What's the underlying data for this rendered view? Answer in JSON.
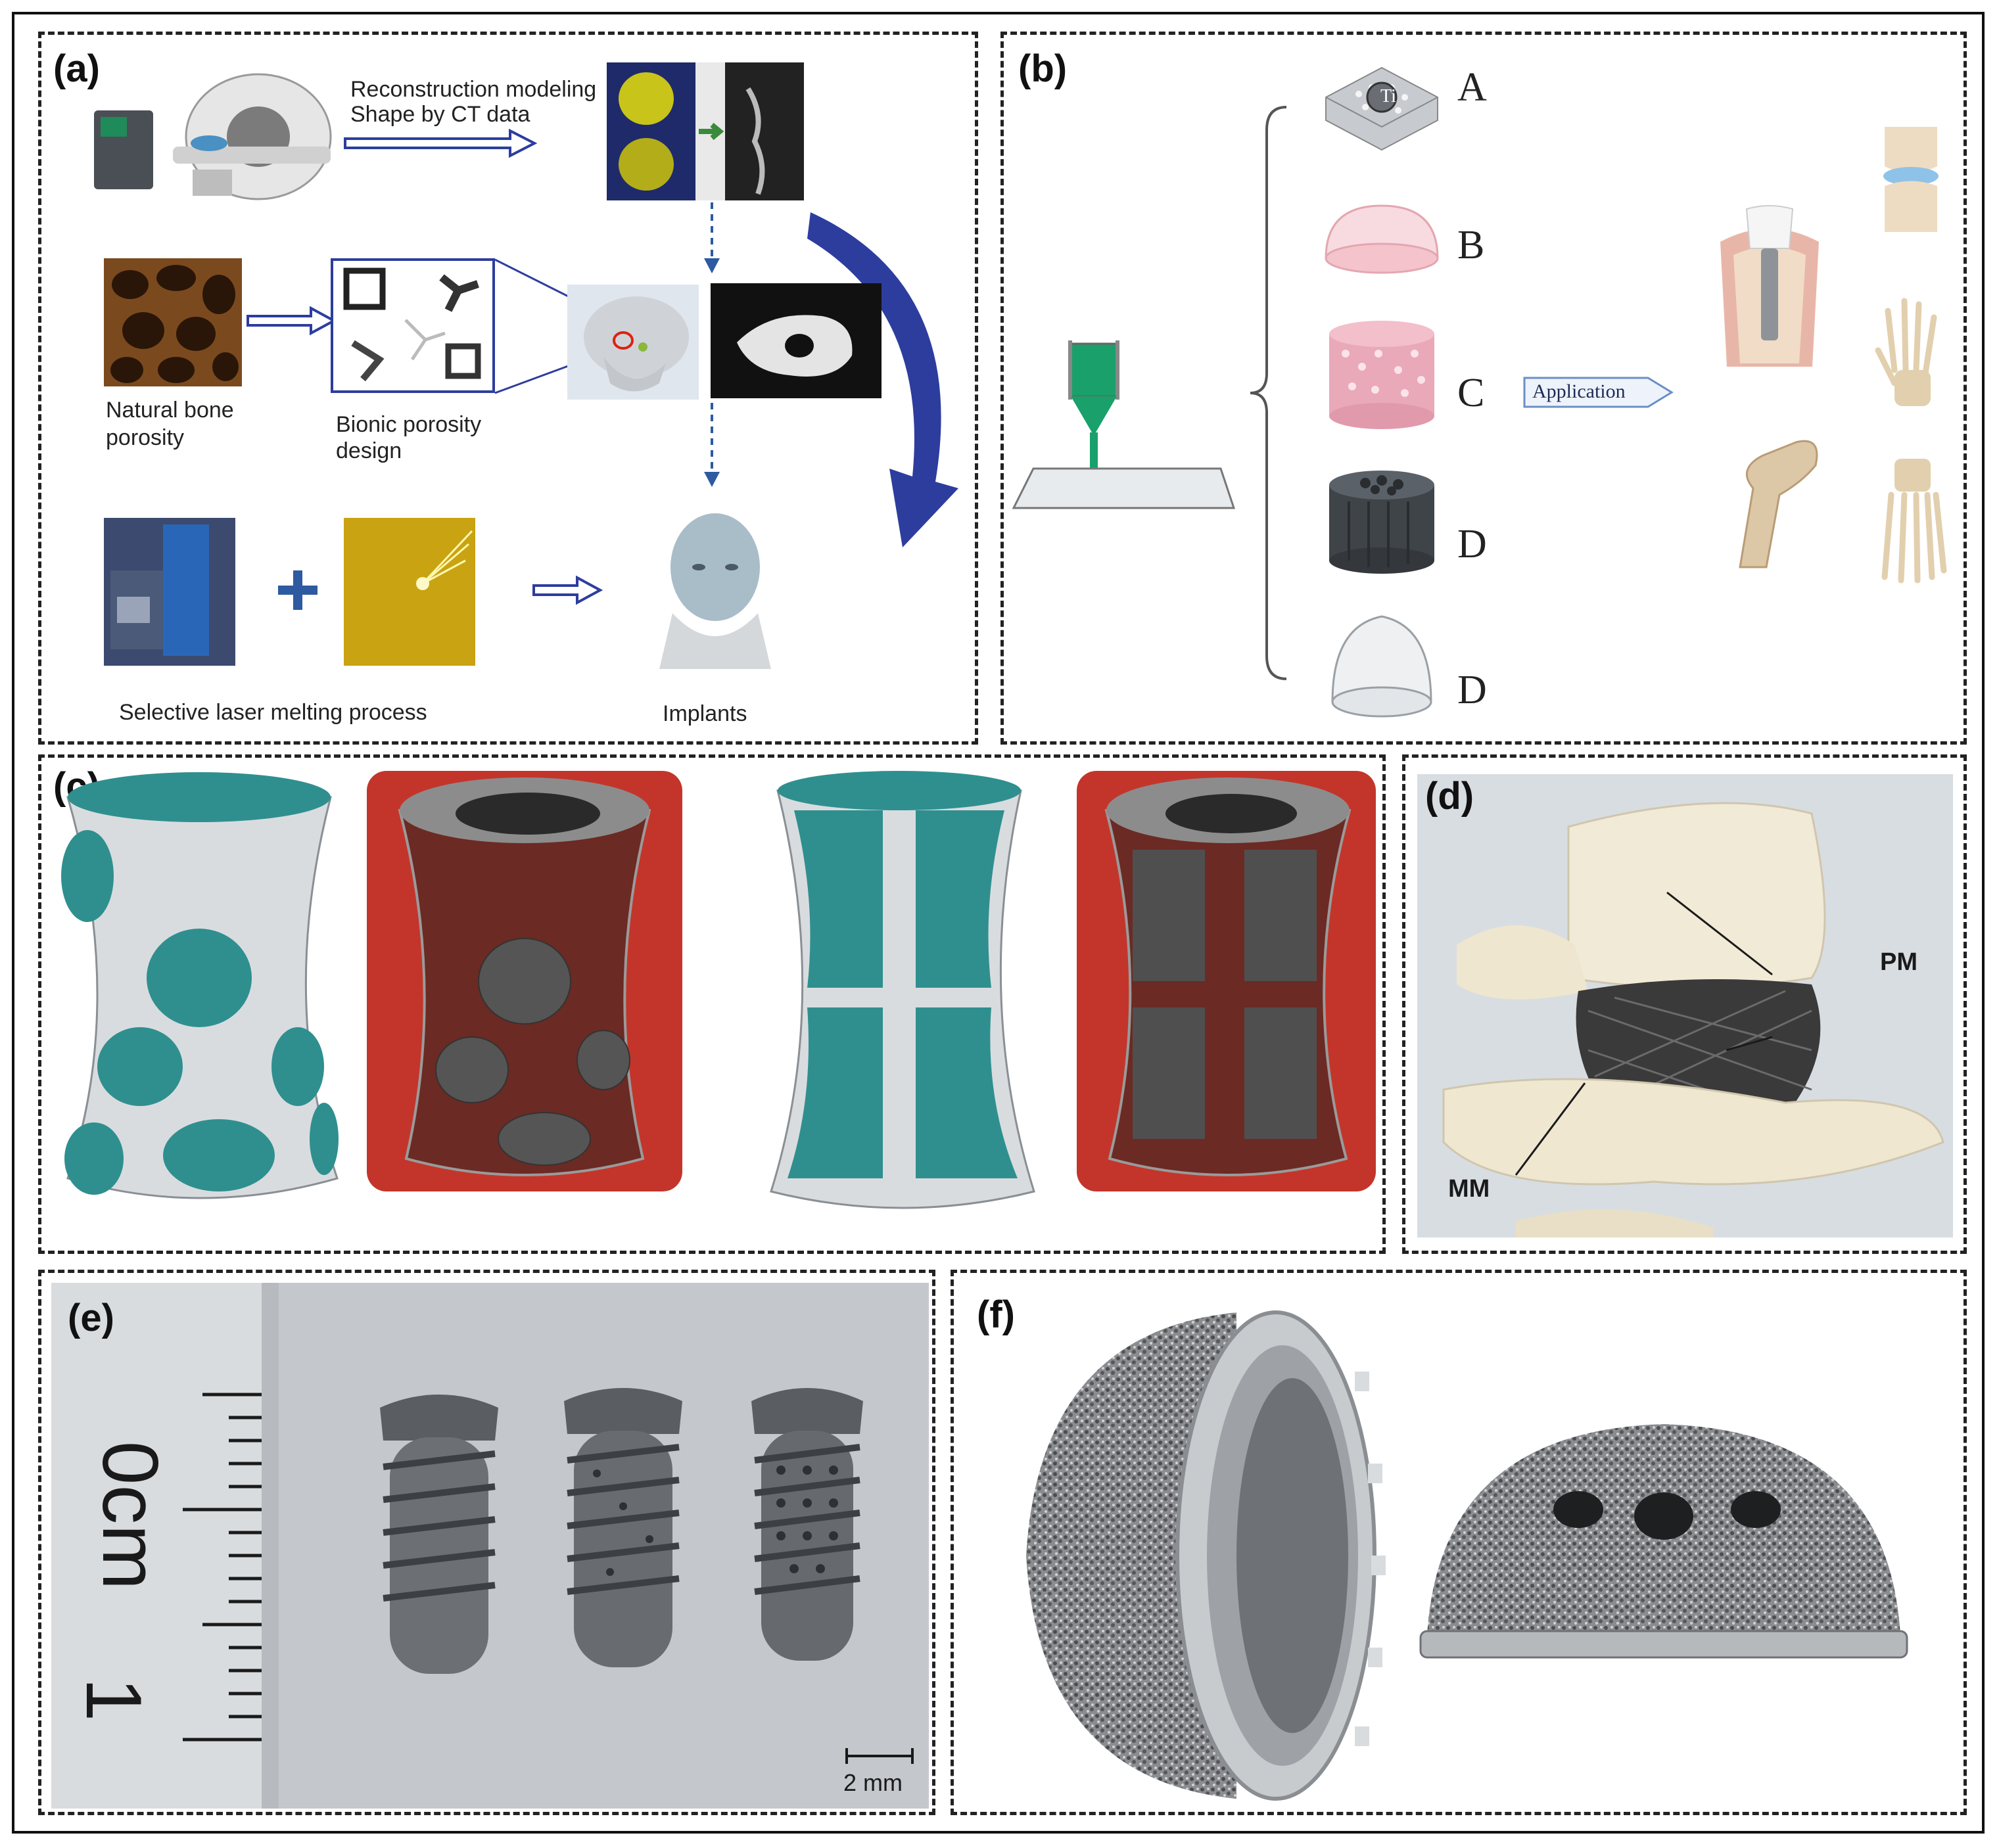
{
  "panel_a": {
    "label": "(a)",
    "ct_caption_line1": "Reconstruction modeling",
    "ct_caption_line2": "Shape by CT data",
    "bone_caption_line1": "Natural bone",
    "bone_caption_line2": "porosity",
    "bionic_caption_line1": "Bionic porosity",
    "bionic_caption_line2": "design",
    "slm_caption": "Selective laser melting process",
    "implant_caption": "Implants"
  },
  "panel_b": {
    "label": "(b)",
    "ti_text": "Ti",
    "items": [
      "A",
      "B",
      "C",
      "D",
      "D"
    ],
    "application_label": "Application"
  },
  "panel_c": {
    "label": "(c)"
  },
  "panel_d": {
    "label": "(d)",
    "pm_label": "PM",
    "mm_label": "MM"
  },
  "panel_e": {
    "label": "(e)",
    "ruler_text_1": "0cm",
    "ruler_text_2": "1",
    "scale_label": "2 mm"
  },
  "panel_f": {
    "label": "(f)"
  },
  "colors": {
    "accent_blue": "#2d3d9e",
    "scaffold_teal": "#2f8f8f",
    "red_backdrop": "#c3352a",
    "ink": "#111111"
  }
}
